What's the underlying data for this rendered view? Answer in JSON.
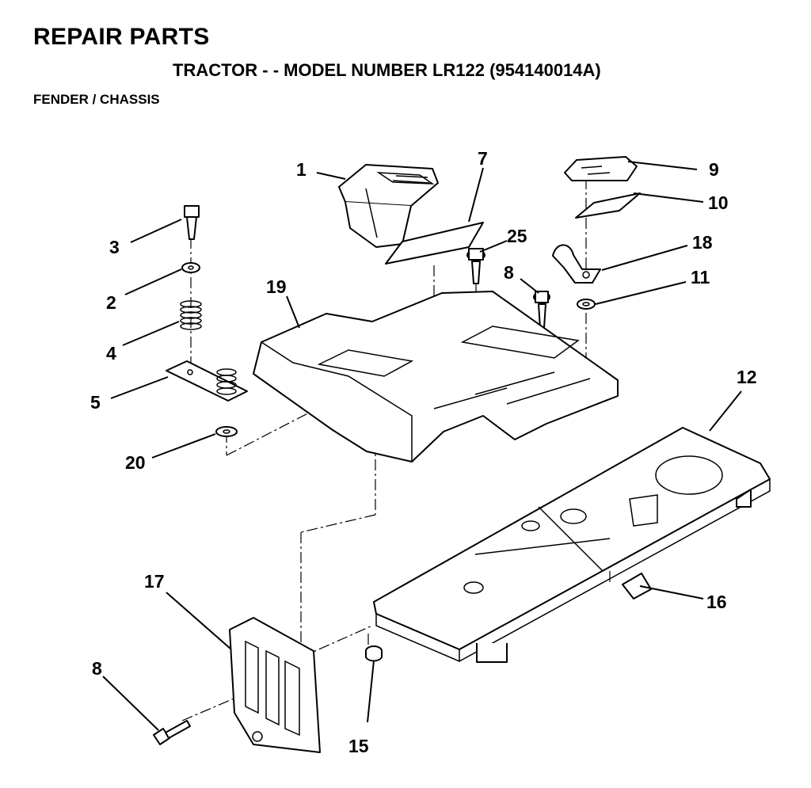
{
  "header": {
    "title": "REPAIR PARTS",
    "subtitle": "TRACTOR - - MODEL NUMBER LR122 (954140014A)",
    "section": "FENDER / CHASSIS"
  },
  "callouts": [
    {
      "id": "c1",
      "label": "1"
    },
    {
      "id": "c7",
      "label": "7"
    },
    {
      "id": "c9",
      "label": "9"
    },
    {
      "id": "c10",
      "label": "10"
    },
    {
      "id": "c3",
      "label": "3"
    },
    {
      "id": "c25",
      "label": "25"
    },
    {
      "id": "c18",
      "label": "18"
    },
    {
      "id": "c8a",
      "label": "8"
    },
    {
      "id": "c11",
      "label": "11"
    },
    {
      "id": "c2",
      "label": "2"
    },
    {
      "id": "c19",
      "label": "19"
    },
    {
      "id": "c4",
      "label": "4"
    },
    {
      "id": "c12",
      "label": "12"
    },
    {
      "id": "c5",
      "label": "5"
    },
    {
      "id": "c20",
      "label": "20"
    },
    {
      "id": "c17",
      "label": "17"
    },
    {
      "id": "c16",
      "label": "16"
    },
    {
      "id": "c8b",
      "label": "8"
    },
    {
      "id": "c15",
      "label": "15"
    }
  ]
}
